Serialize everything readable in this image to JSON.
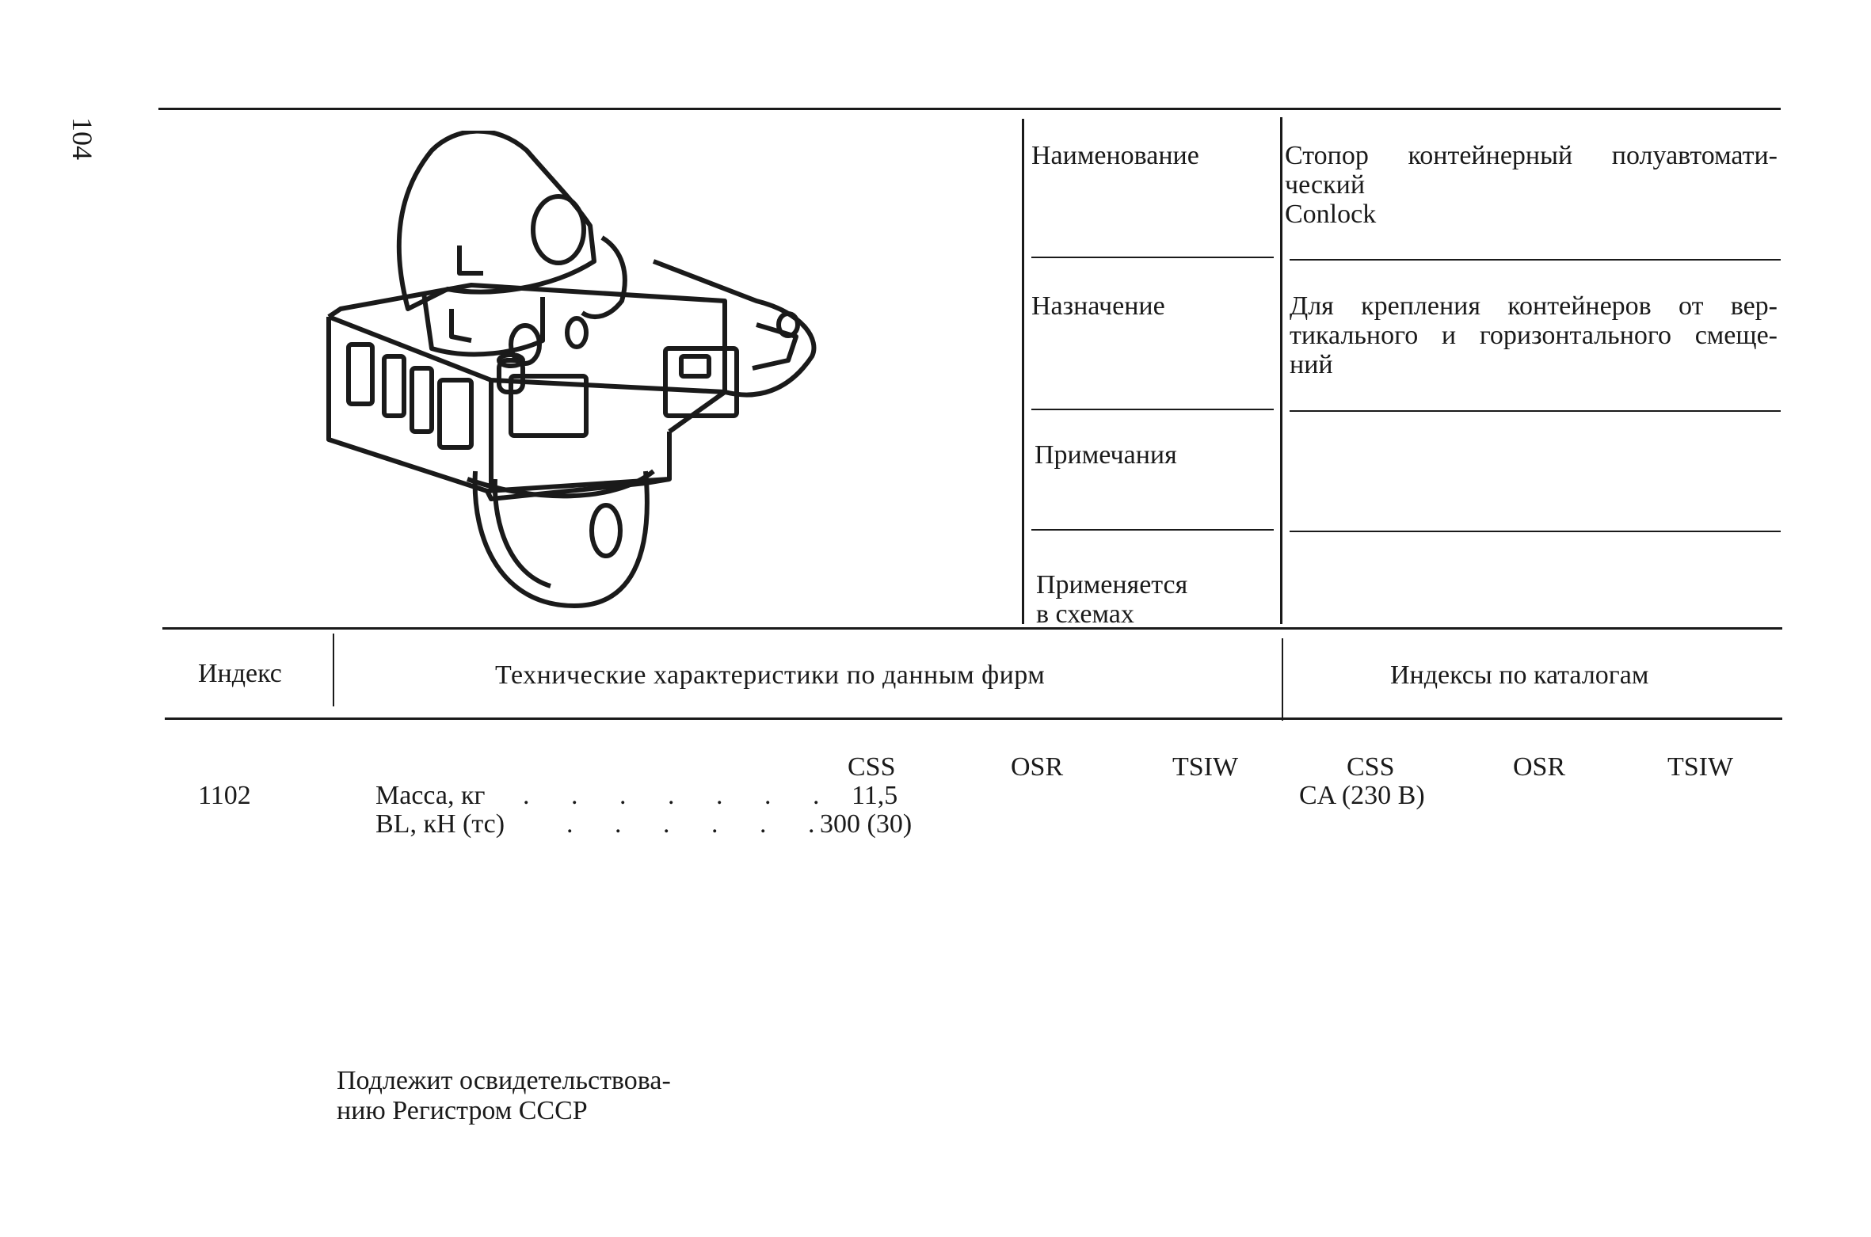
{
  "page_number": "104",
  "info_table": {
    "rows": [
      {
        "label": "Наименование",
        "value_lines": [
          "Стопор контейнерный полуавтомати-",
          "ческий",
          "Conlock"
        ]
      },
      {
        "label": "Назначение",
        "value_lines": [
          "Для крепления контейнеров от вер-",
          "тикального и горизонтального смеще-",
          "ний"
        ]
      },
      {
        "label": "Примечания",
        "value_lines": []
      },
      {
        "label_lines": [
          "Применяется",
          "в схемах"
        ],
        "value_lines": []
      }
    ]
  },
  "spec_table": {
    "headers": {
      "index": "Индекс",
      "specs": "Технические характеристики по данным фирм",
      "catalogs": "Индексы по каталогам"
    },
    "spec_columns": [
      "CSS",
      "OSR",
      "TSIW"
    ],
    "catalog_columns": [
      "CSS",
      "OSR",
      "TSIW"
    ],
    "row": {
      "index": "1102",
      "params": [
        {
          "name": "Масса, кг",
          "dots": ". . . . . . .",
          "css": "11,5"
        },
        {
          "name": "BL, кН (тс)",
          "dots": ". . . . . .",
          "css": "300 (30)"
        }
      ],
      "catalog_css": "CA (230 B)"
    }
  },
  "footnote_lines": [
    "Подлежит освидетельствова-",
    "нию Регистром СССР"
  ],
  "illustration": {
    "icon": "container-lock-drawing"
  }
}
